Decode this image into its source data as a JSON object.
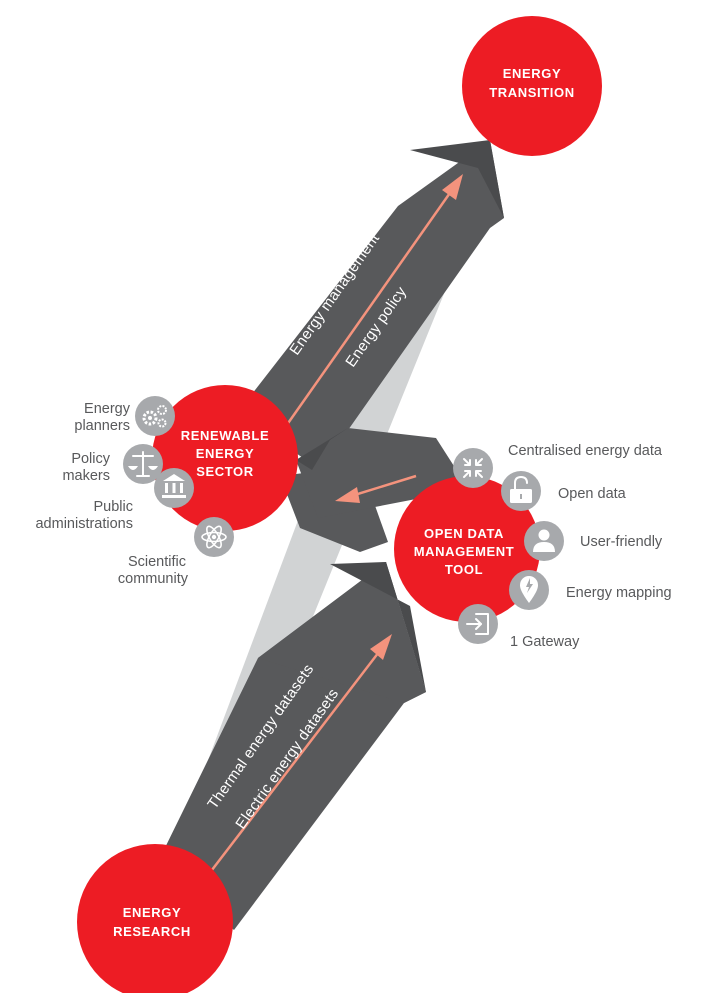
{
  "colors": {
    "red": "#ed1c24",
    "arrow_dark": "#58595b",
    "arrow_light": "#d1d3d4",
    "accent_line": "#f4937d",
    "icon_gray": "#a7a9ac",
    "text_gray": "#58595b"
  },
  "nodes": {
    "energy_transition": [
      "ENERGY",
      "TRANSITION"
    ],
    "renewable_sector": [
      "RENEWABLE",
      "ENERGY",
      "SECTOR"
    ],
    "open_data_tool": [
      "OPEN DATA",
      "MANAGEMENT",
      "TOOL"
    ],
    "energy_research": [
      "ENERGY",
      "RESEARCH"
    ]
  },
  "arrows": {
    "upper_1": "Energy management",
    "upper_2": "Energy policy",
    "lower_1": "Thermal energy datasets",
    "lower_2": "Electric energy datasets"
  },
  "stakeholders": [
    {
      "label": [
        "Energy",
        "planners"
      ],
      "icon": "gears-icon"
    },
    {
      "label": [
        "Policy",
        "makers"
      ],
      "icon": "scales-icon"
    },
    {
      "label": [
        "Public",
        "administrations"
      ],
      "icon": "building-icon"
    },
    {
      "label": [
        "Scientific",
        "community"
      ],
      "icon": "atom-icon"
    }
  ],
  "features": [
    {
      "label": "Centralised energy data",
      "icon": "compress-icon"
    },
    {
      "label": "Open data",
      "icon": "unlocked-padlock-icon"
    },
    {
      "label": "User-friendly",
      "icon": "user-icon"
    },
    {
      "label": "Energy mapping",
      "icon": "map-pin-icon"
    },
    {
      "label": "1 Gateway",
      "icon": "gateway-icon"
    }
  ]
}
